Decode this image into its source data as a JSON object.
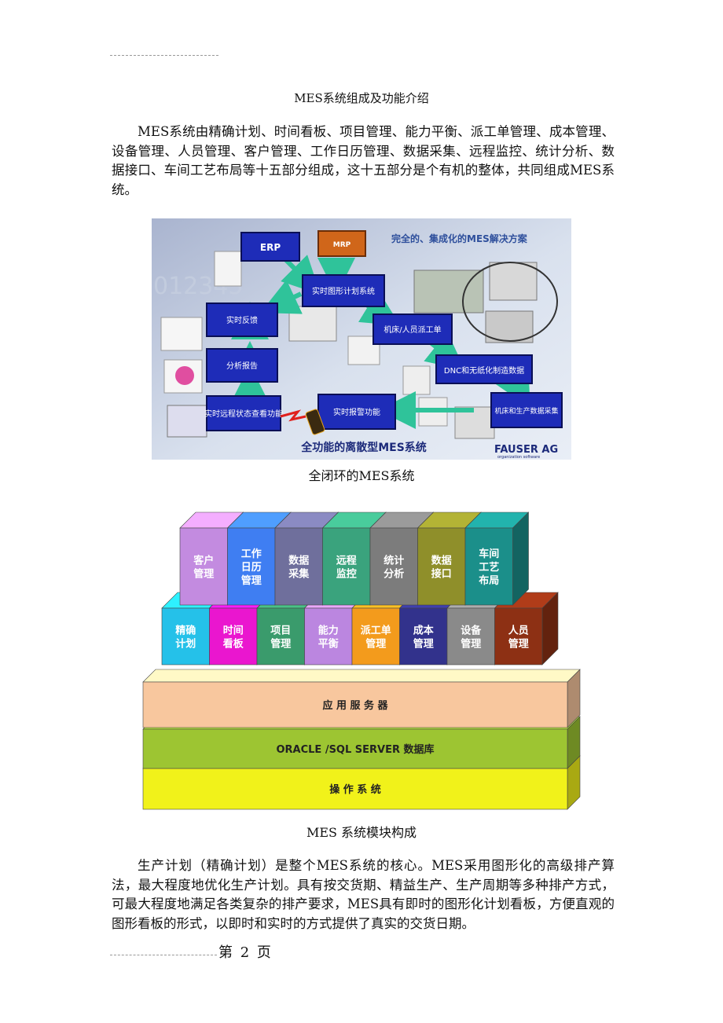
{
  "document": {
    "title": "MES系统组成及功能介绍",
    "intro": "MES系统由精确计划、时间看板、项目管理、能力平衡、派工单管理、成本管理、设备管理、人员管理、客户管理、工作日历管理、数据采集、远程监控、统计分析、数据接口、车间工艺布局等十五部分组成，这十五部分是个有机的整体，共同组成MES系统。",
    "figure1": {
      "caption": "全闭环的MES系统",
      "headline": "完全的、集成化的MES解决方案",
      "footer_label": "全功能的离散型MES系统",
      "brand": "FAUSER AG",
      "brand_sub": "organization software",
      "bg_digits": "012345",
      "boxes": {
        "erp": "ERP",
        "mrp": "MRP",
        "planning": "实时图形计划系统",
        "feedback": "实时反馈",
        "dispatch": "机床/人员派工单",
        "analysis": "分析报告",
        "dnc": "DNC和无纸化制造数据",
        "remote": "实时远程状态查看功能",
        "alarm": "实时报警功能",
        "collect": "机床和生产数据采集"
      }
    },
    "figure2": {
      "caption": "MES 系统模块构成",
      "top_row": [
        "客户管理",
        "工作日历管理",
        "数据采集",
        "远程监控",
        "统计分析",
        "数据接口",
        "车间工艺布局"
      ],
      "middle_row": [
        "精确计划",
        "时间看板",
        "项目管理",
        "能力平衡",
        "派工单管理",
        "成本管理",
        "设备管理",
        "人员管理"
      ],
      "layers": [
        "应 用 服 务 器",
        "ORACLE /SQL SERVER 数据库",
        "操 作 系 统"
      ],
      "colors": {
        "top_row": [
          "#c38be0",
          "#3f7ef2",
          "#6f6f9c",
          "#3aa37d",
          "#7c7c7c",
          "#8f8f2a",
          "#1b8f8a"
        ],
        "middle_row": [
          "#25c1e9",
          "#ea16cf",
          "#3a9b6c",
          "#bb86e0",
          "#f39b1c",
          "#32328c",
          "#8a8a8a",
          "#8d3014"
        ],
        "layers": [
          "#f8c79e",
          "#9dc532",
          "#f1f21a"
        ]
      }
    },
    "closing": "生产计划（精确计划）是整个MES系统的核心。MES采用图形化的高级排产算法，最大程度地优化生产计划。具有按交货期、精益生产、生产周期等多种排产方式，可最大程度地满足各类复杂的排产要求，MES具有即时的图形化计划看板，方便直观的图形看板的形式，以即时和实时的方式提供了真实的交货日期。",
    "page_label": "第 2 页"
  }
}
